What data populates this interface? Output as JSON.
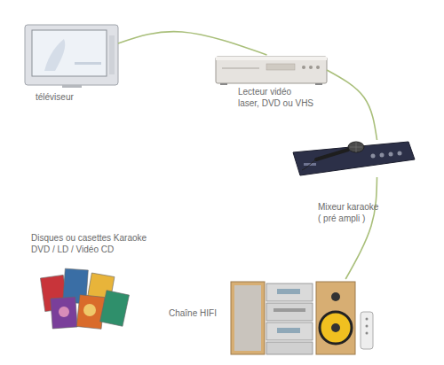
{
  "diagram": {
    "nodes": [
      {
        "text": [
          "téléviseur"
        ]
      },
      {
        "text": [
          "Lecteur vidéo laser, DVD ou VHS"
        ]
      },
      {
        "text": [
          "Mixeur karaoke ( pré ampli )"
        ]
      },
      {
        "text": [
          "Disques ou casettes Karaoke DVD / LD / Vidéo CD"
        ]
      },
      {
        "text": [
          "Chaîne HIFI"
        ]
      }
    ],
    "edges": [
      {
        "from": 0,
        "to": 1,
        "arrow": "none"
      },
      {
        "from": 1,
        "to": 2,
        "arrow": "none"
      },
      {
        "from": 2,
        "to": 4,
        "arrow": "none"
      }
    ]
  }
}
